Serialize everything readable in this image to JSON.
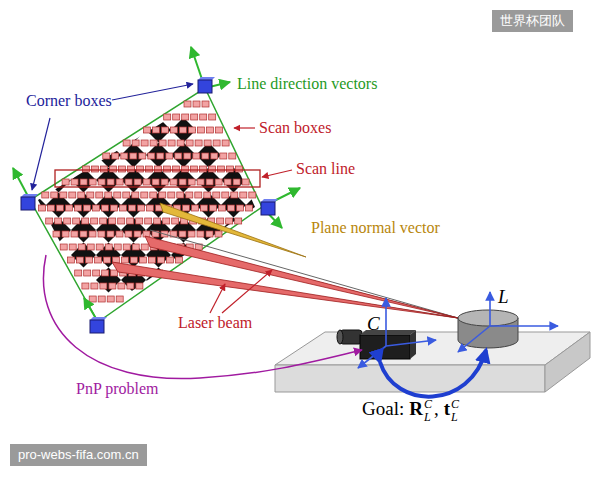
{
  "diagram": {
    "labels": [
      "世界杯团队",
      "Corner boxes",
      "Line direction vectors",
      "Scan boxes",
      "Scan line",
      "Plane normal vector",
      "Laser beam",
      "PnP problem",
      "C",
      "L",
      "Goal:",
      "R",
      "C",
      "L",
      ",",
      "t",
      "C",
      "L",
      "pro-webs-fifa.com.cn"
    ]
  }
}
